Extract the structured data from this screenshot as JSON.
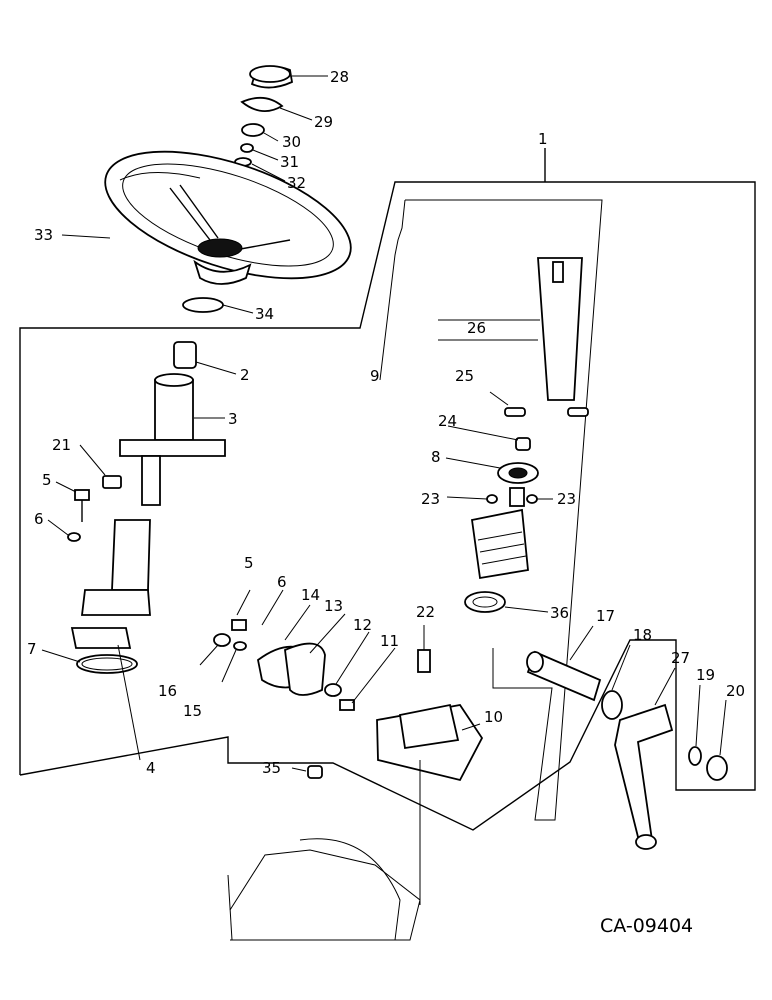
{
  "drawing": {
    "code": "CA-09404",
    "assembly_callout": "1",
    "callouts": [
      "28",
      "29",
      "30",
      "31",
      "32",
      "33",
      "34",
      "2",
      "3",
      "21",
      "5",
      "6",
      "7",
      "4",
      "26",
      "25",
      "9",
      "24",
      "8",
      "23",
      "23",
      "36",
      "5",
      "6",
      "14",
      "13",
      "12",
      "11",
      "22",
      "16",
      "15",
      "10",
      "17",
      "18",
      "27",
      "19",
      "20",
      "35"
    ]
  }
}
